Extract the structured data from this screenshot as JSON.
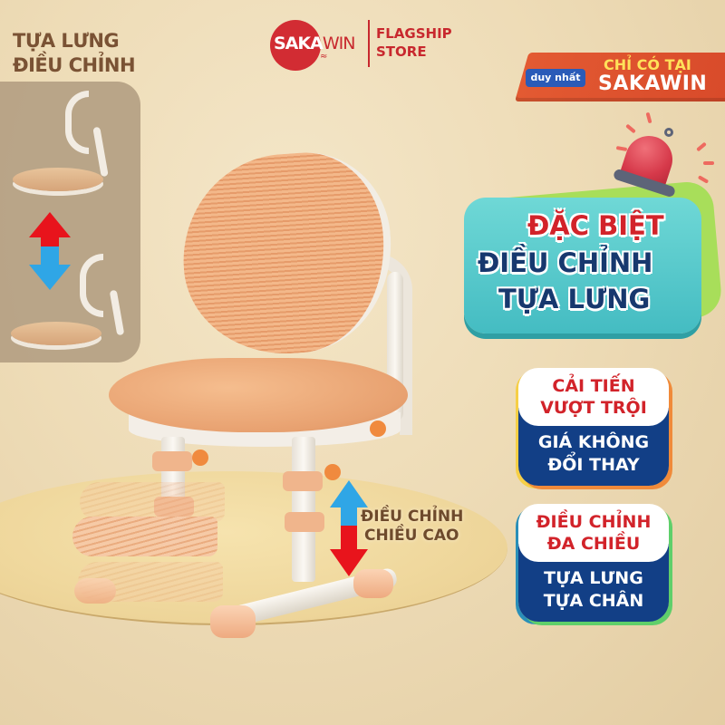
{
  "brand": {
    "name_part1": "SAKA",
    "name_part2": "WIN",
    "waves_glyph": "≈",
    "store_line1": "FLAGSHIP",
    "store_line2": "STORE",
    "color": "#c8282e"
  },
  "left_panel": {
    "title_line1": "TỰA LƯNG",
    "title_line2": "ĐIỀU CHỈNH",
    "up_arrow_color": "#e8141c",
    "down_arrow_color": "#2fa6e6"
  },
  "exclusive_banner": {
    "badge": "duy nhất",
    "line1": "CHỈ CÓ TẠI",
    "line2": "SAKAWIN"
  },
  "special_card": {
    "line1": "ĐẶC BIỆT",
    "line2": "ĐIỀU CHỈNH",
    "line3": "TỰA LƯNG"
  },
  "feature_cards": [
    {
      "top_line1": "CẢI TIẾN",
      "top_line2": "VƯỢT TRỘI",
      "bottom_line1": "GIÁ KHÔNG",
      "bottom_line2": "ĐỔI THAY"
    },
    {
      "top_line1": "ĐIỀU CHỈNH",
      "top_line2": "ĐA CHIỀU",
      "bottom_line1": "TỰA LƯNG",
      "bottom_line2": "TỰA CHÂN"
    }
  ],
  "height_adjust": {
    "line1": "ĐIỀU CHỈNH",
    "line2": "CHIỀU CAO"
  }
}
